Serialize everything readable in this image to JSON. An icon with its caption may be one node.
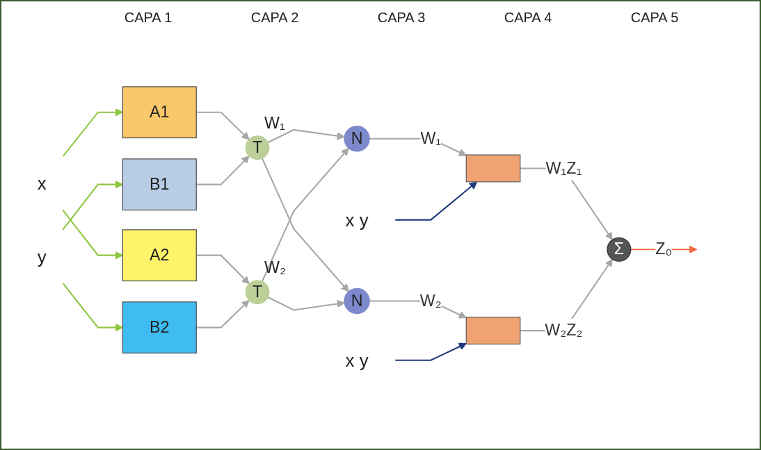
{
  "diagram": {
    "nodes": [
      {
        "text": [
          "x"
        ]
      },
      {
        "text": [
          "y"
        ]
      },
      {
        "text": [
          "A1"
        ]
      },
      {
        "text": [
          "A2"
        ]
      },
      {
        "text": [
          "B1"
        ]
      },
      {
        "text": [
          "B2"
        ]
      },
      {
        "text": [
          "T"
        ],
        "beside": [
          "W₁"
        ]
      },
      {
        "text": [
          "T"
        ],
        "beside": [
          "W₂"
        ]
      },
      {
        "text": [
          "N"
        ]
      },
      {
        "text": [
          "N"
        ]
      },
      {
        "text": [
          "x  y"
        ]
      },
      {
        "text": [],
        "shape": "box"
      },
      {
        "text": [],
        "shape": "box"
      },
      {
        "text": [
          "x  y"
        ]
      },
      {
        "text": [
          "Σ"
        ]
      }
    ],
    "edges": [
      {
        "from": 0,
        "to": 2,
        "arrow": "to",
        "color": "#8dc63f"
      },
      {
        "from": 0,
        "to": 3,
        "arrow": "to",
        "color": "#8dc63f"
      },
      {
        "from": 1,
        "to": 4,
        "arrow": "to",
        "color": "#8dc63f"
      },
      {
        "from": 1,
        "to": 5,
        "arrow": "to",
        "color": "#8dc63f"
      },
      {
        "from": 2,
        "to": 6,
        "arrow": "to"
      },
      {
        "from": 3,
        "to": 7,
        "arrow": "to"
      },
      {
        "from": 4,
        "to": 6,
        "arrow": "to"
      },
      {
        "from": 5,
        "to": 7,
        "arrow": "to"
      },
      {
        "from": 6,
        "to": 8,
        "arrow": "to"
      },
      {
        "from": 6,
        "to": 9,
        "arrow": "to"
      },
      {
        "from": 7,
        "to": 8,
        "arrow": "to"
      },
      {
        "from": 7,
        "to": 9,
        "arrow": "to"
      },
      {
        "from": 8,
        "to": 11,
        "arrow": "to",
        "label": "W₁"
      },
      {
        "from": 9,
        "to": 12,
        "arrow": "to",
        "label": "W₂"
      },
      {
        "from": 10,
        "to": 11,
        "arrow": "to",
        "color": "#1f3a7a"
      },
      {
        "from": 13,
        "to": 12,
        "arrow": "to",
        "color": "#1f3a7a"
      },
      {
        "from": 11,
        "to": 14,
        "arrow": "to",
        "label": "W₁Z₁"
      },
      {
        "from": 12,
        "to": 14,
        "arrow": "to",
        "label": "W₂Z₂"
      },
      {
        "from": 14,
        "to": null,
        "arrow": "to",
        "label": "Z₀",
        "color": "#f26b43"
      }
    ],
    "labels": [
      "CAPA 1",
      "CAPA 2",
      "CAPA 3",
      "CAPA 4",
      "CAPA 5"
    ]
  }
}
